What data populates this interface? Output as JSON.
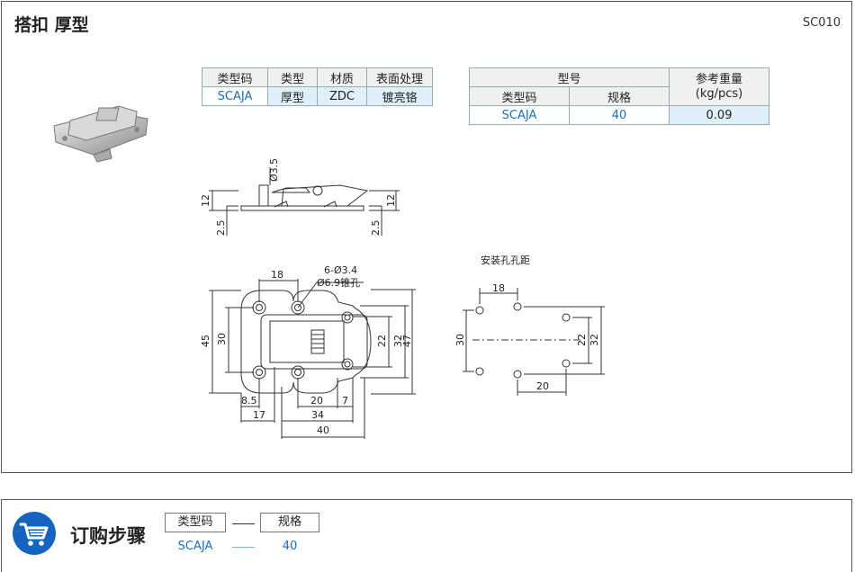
{
  "header": {
    "title": "搭扣  厚型",
    "code": "SC010"
  },
  "spec_table": {
    "headers": [
      "类型码",
      "类型",
      "材质",
      "表面处理"
    ],
    "values": [
      "SCAJA",
      "厚型",
      "ZDC",
      "镀亮铬"
    ]
  },
  "weight_table": {
    "model_header": "型号",
    "sub_headers": [
      "类型码",
      "规格"
    ],
    "weight_header": "参考重量\n(kg/pcs)",
    "values": {
      "type_code": "SCAJA",
      "size": "40",
      "weight": "0.09"
    }
  },
  "side_view": {
    "dims": {
      "dia": "Ø3.5",
      "h_left": "12",
      "h_right": "12",
      "t_left": "2.5",
      "t_right": "2.5"
    }
  },
  "front_view": {
    "dims": {
      "top_width": "18",
      "holes": "6-Ø3.4",
      "counterbore": "Ø6.9锥孔",
      "h45": "45",
      "h30": "30",
      "h22": "22",
      "h32": "32",
      "h47": "47",
      "w8_5": "8.5",
      "w17": "17",
      "w20": "20",
      "w7": "7",
      "w34": "34",
      "w40": "40"
    }
  },
  "hole_pattern": {
    "title": "安装孔孔距",
    "dims": {
      "w18": "18",
      "h30": "30",
      "h22": "22",
      "h32": "32",
      "w20": "20"
    }
  },
  "order": {
    "title": "订购步骤",
    "step1_label": "类型码",
    "step2_label": "规格",
    "step1_value": "SCAJA",
    "step2_value": "40"
  },
  "icons": {
    "cart": "cart-icon"
  },
  "colors": {
    "accent": "#1565c0",
    "value_text": "#1a6fc0",
    "highlight": "#dff0fb"
  }
}
